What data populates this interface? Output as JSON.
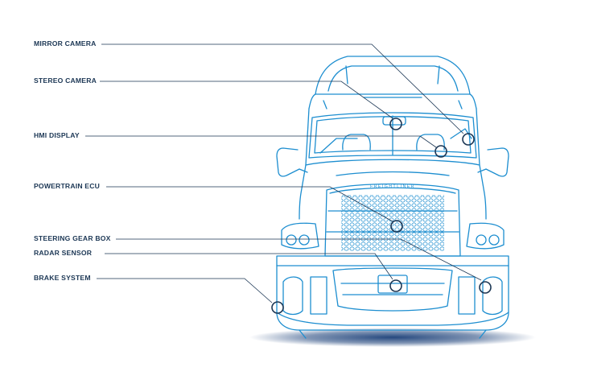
{
  "labels": {
    "mirror_camera": "MIRROR CAMERA",
    "stereo_camera": "STEREO CAMERA",
    "hmi_display": "HMI DISPLAY",
    "powertrain_ecu": "POWERTRAIN ECU",
    "steering_gear_box": "STEERING GEAR BOX",
    "radar_sensor": "RADAR SENSOR",
    "brake_system": "BRAKE SYSTEM"
  },
  "grille_brand": "FREIGHTLINER",
  "colors": {
    "truck_outline": "#1d8ed0",
    "leader_line": "#1b3654",
    "label_text": "#1b3654",
    "shadow": "#1a3f78"
  }
}
